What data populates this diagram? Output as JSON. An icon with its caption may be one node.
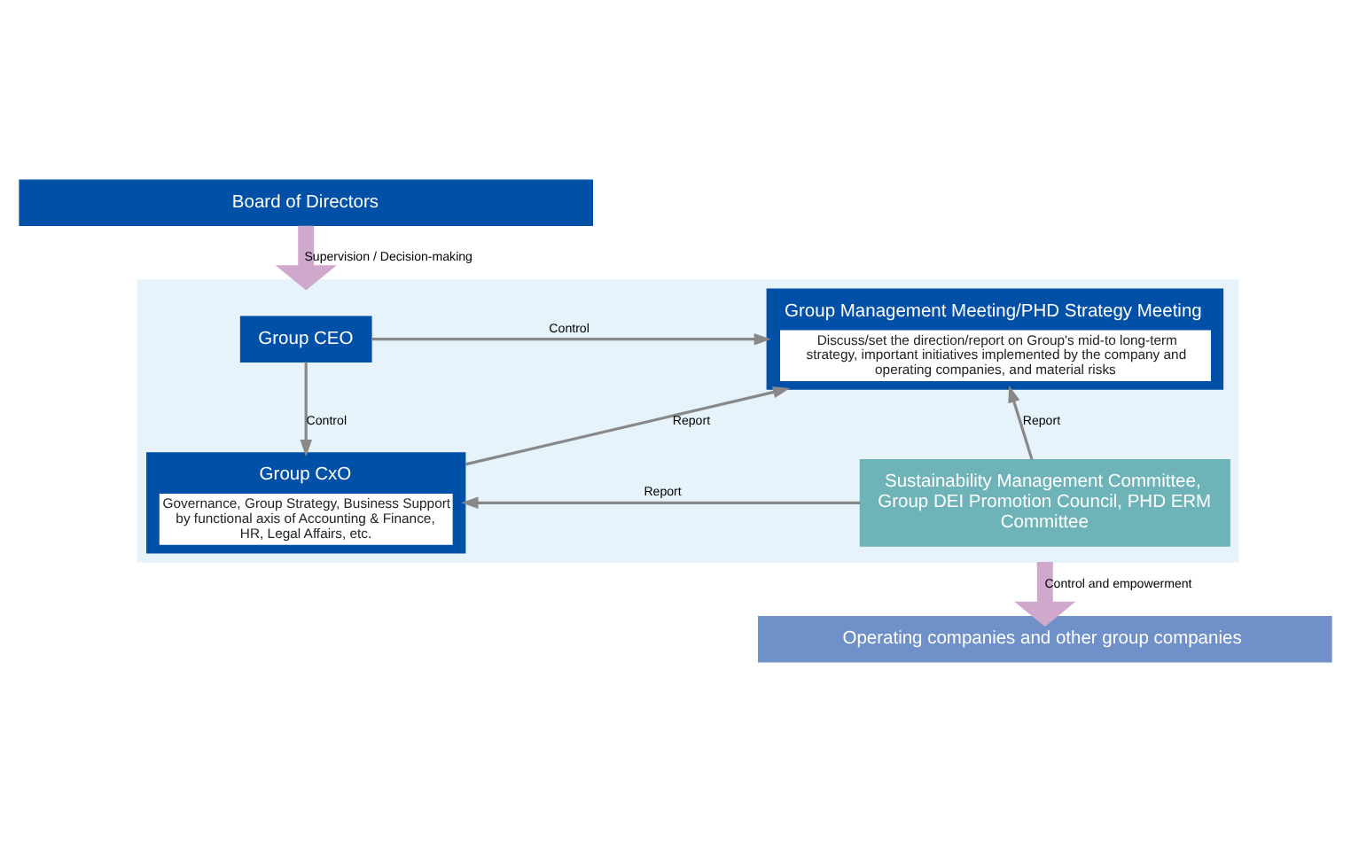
{
  "diagram": {
    "nodes": [
      {
        "text": [
          "Board of Directors"
        ]
      },
      {
        "text": [],
        "shape": "box"
      },
      {
        "text": [
          "Group CEO"
        ],
        "in": 1
      },
      {
        "text": [
          "Group Management Meeting/PHD Strategy Meeting",
          "Discuss/set the direction/report on Group's mid-to long-term strategy, important initiatives implemented by the company and operating companies, and material risks"
        ],
        "in": 1
      },
      {
        "text": [
          "Group CxO",
          "Governance, Group Strategy, Business Support by functional axis of Accounting & Finance, HR, Legal Affairs, etc."
        ],
        "in": 1
      },
      {
        "text": [
          "Sustainability Management Committee, Group DEI Promotion Council, PHD ERM Committee"
        ],
        "in": 1
      },
      {
        "text": [
          "Operating companies and other group companies"
        ]
      }
    ],
    "edges": [
      {
        "from": 0,
        "to": 1,
        "arrow": "to",
        "label": "Supervision / Decision-making",
        "style": "thick",
        "color": "#d0a8cc"
      },
      {
        "from": 2,
        "to": 3,
        "arrow": "to",
        "label": "Control"
      },
      {
        "from": 2,
        "to": 4,
        "arrow": "to",
        "label": "Control"
      },
      {
        "from": 4,
        "to": 3,
        "arrow": "to",
        "label": "Report"
      },
      {
        "from": 5,
        "to": 3,
        "arrow": "to",
        "label": "Report"
      },
      {
        "from": 5,
        "to": 4,
        "arrow": "to",
        "label": "Report"
      },
      {
        "from": 1,
        "to": 6,
        "arrow": "to",
        "label": "Control and empowerment",
        "style": "thick",
        "color": "#d0a8cc"
      }
    ]
  }
}
